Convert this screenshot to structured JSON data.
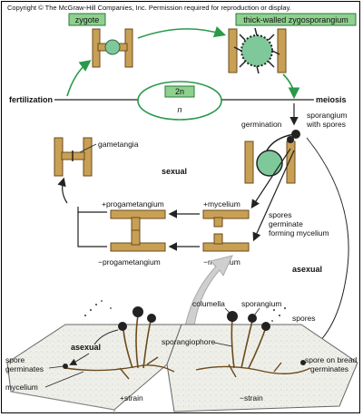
{
  "copyright": "Copyright © The McGraw-Hill Companies, Inc. Permission required for reproduction or display.",
  "labels": {
    "zygote": "zygote",
    "thick_walled": "thick-walled zygosporangium",
    "fertilization": "fertilization",
    "meiosis": "meiosis",
    "two_n": "2n",
    "n": "n",
    "germination": "germination",
    "sporangium_with_spores_1": "sporangium",
    "sporangium_with_spores_2": "with spores",
    "gametangia": "gametangia",
    "sexual": "sexual",
    "plus_progametangium": "+progametangium",
    "plus_mycelium": "+mycelium",
    "minus_progametangium": "−progametangium",
    "minus_mycelium": "−mycelium",
    "spores_germinate_1": "spores",
    "spores_germinate_2": "germinate",
    "spores_germinate_3": "forming mycelium",
    "asexual_right": "asexual",
    "asexual_left": "asexual",
    "columella": "columella",
    "sporangium_bottom": "sporangium",
    "spores": "spores",
    "sporangiophore": "sporangiophore",
    "spore_germinates_1": "spore",
    "spore_germinates_2": "germinates",
    "spore_on_bread_1": "spore on bread",
    "spore_on_bread_2": "germinates",
    "mycelium_bottom": "mycelium",
    "plus_strain": "+strain",
    "minus_strain": "−strain"
  },
  "colors": {
    "hyphae": "#c8a055",
    "hyphae_stroke": "#6b4a1a",
    "green_box": "#8fd08f",
    "green_arrow": "#2a9a4a",
    "spore": "#222222",
    "bread": "#eeeeea"
  }
}
